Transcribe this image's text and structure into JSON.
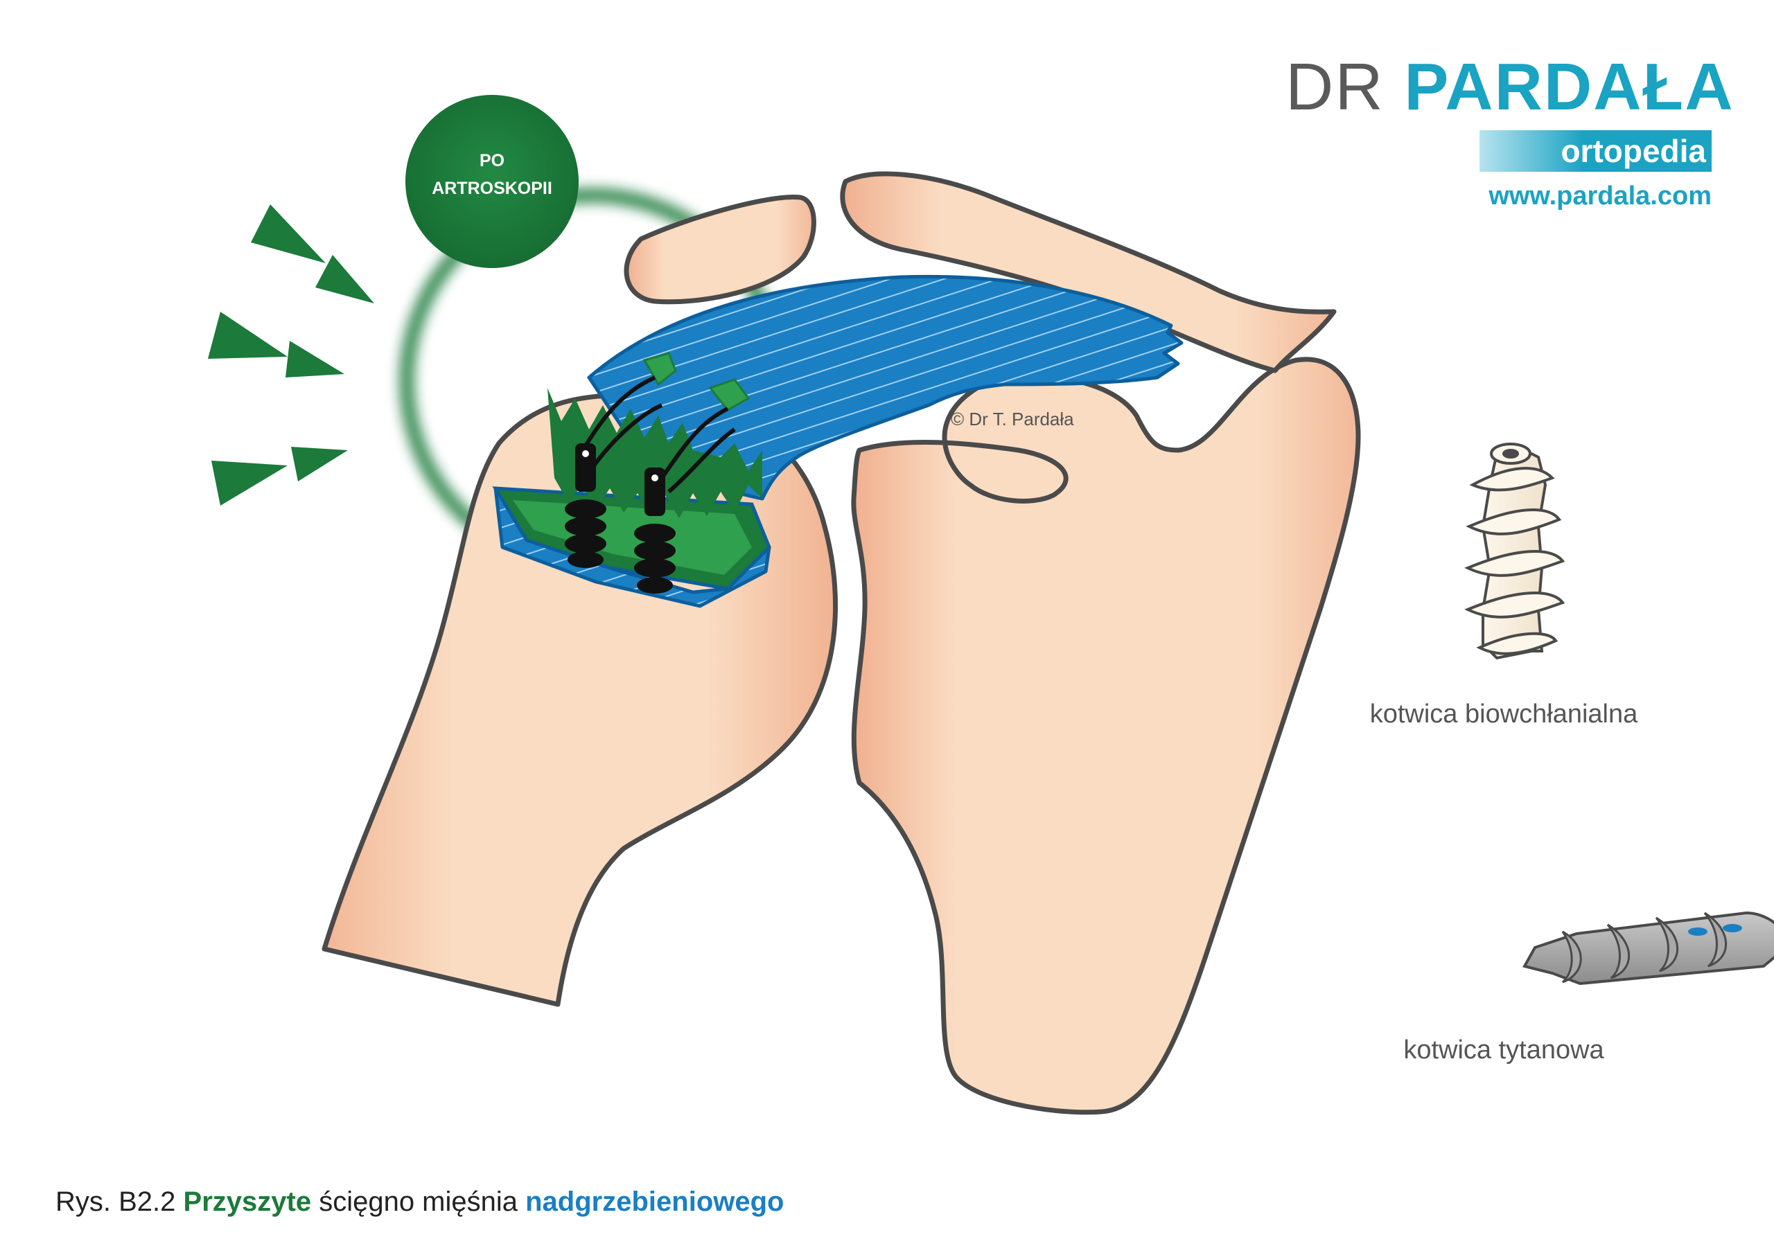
{
  "logo": {
    "dr": "DR",
    "name": "PARDAŁA",
    "subtitle": "ortopedia",
    "url": "www.pardala.com",
    "accent_color": "#1aa3c2"
  },
  "badge": {
    "line1": "PO",
    "line2": "ARTROSKOPII",
    "color": "#1c7a3a"
  },
  "copyright": "© Dr T. Pardała",
  "anchors": [
    {
      "label": "kotwica biowchłanialna"
    },
    {
      "label": "kotwica tytanowa"
    }
  ],
  "caption": {
    "prefix": "Rys. B2.2 ",
    "highlight1": "Przyszyte",
    "middle": " ścięgno mięśnia ",
    "highlight2": "nadgrzebieniowego"
  },
  "colors": {
    "bone": "#f8d6b8",
    "bone_shadow": "#f0b392",
    "outline": "#4a4a4a",
    "tendon": "#1a7fc3",
    "tendon_dark": "#0d5f9c",
    "green": "#1c7a3a",
    "green_light": "#2fa04e"
  }
}
